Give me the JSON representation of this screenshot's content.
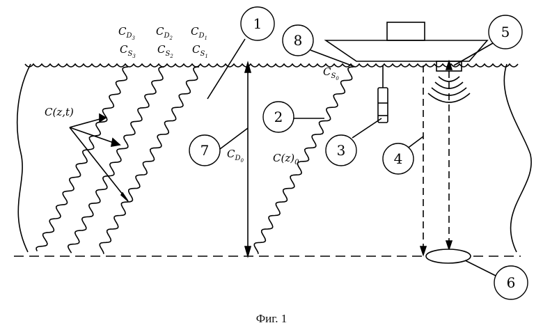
{
  "figure": {
    "caption": "Фиг. 1",
    "callouts": [
      "1",
      "2",
      "3",
      "4",
      "5",
      "6",
      "7",
      "8"
    ],
    "labels": {
      "czt": "C(z,t)",
      "cz0": "C(z)",
      "cz0_sub": "0",
      "c_letter": "C",
      "d_letter": "D",
      "s_letter": "S",
      "sub0": "0",
      "sub1": "1",
      "sub2": "2",
      "sub3": "3"
    }
  }
}
